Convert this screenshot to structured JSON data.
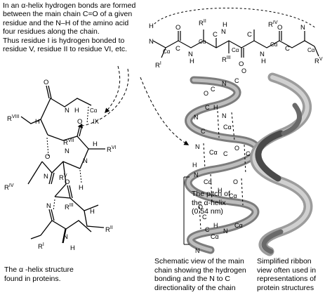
{
  "intro": {
    "line1": "In an α-helix hydrogen bonds are formed",
    "line2": "between the main chain C=O of a given",
    "line3": "residue and the N–H of the amino acid",
    "line4": "four residues along the chain.",
    "line5": "Thus residue I is hydrogen bonded to",
    "line6": "residue V, residue II to residue VI, etc."
  },
  "chain_labels": {
    "h": "H",
    "n": "N",
    "c": "C",
    "o": "O",
    "calpha": "Cα",
    "r1": "RI",
    "r2": "RII",
    "r3": "RIII",
    "r4": "RIV",
    "r5": "RV",
    "r6": "RVI",
    "r7": "RVII",
    "r8": "RVIII",
    "r9": "IX"
  },
  "helix_labels": {
    "c": "C",
    "n": "N",
    "o": "O",
    "h": "H",
    "calpha": "Cα",
    "alpha": "α"
  },
  "pitch": {
    "line1": "The pitch of",
    "line2": "the α-helix",
    "line3": "(0.54 nm)"
  },
  "captions": {
    "left_1": "The α -helix structure",
    "left_2": "found in proteins.",
    "middle_1": "Schematic view of the main",
    "middle_2": "chain showing the hydrogen",
    "middle_3": "bonding and the N to C",
    "middle_4": "directionality of the chain",
    "right_1": "Simplified ribbon",
    "right_2": "view often used in",
    "right_3": "representations of",
    "right_4": "protein structures"
  },
  "colors": {
    "ribbon_dark": "#4a4a4a",
    "ribbon_mid": "#8a8a8a",
    "ribbon_light": "#c4c4c4",
    "ink": "#000000"
  }
}
